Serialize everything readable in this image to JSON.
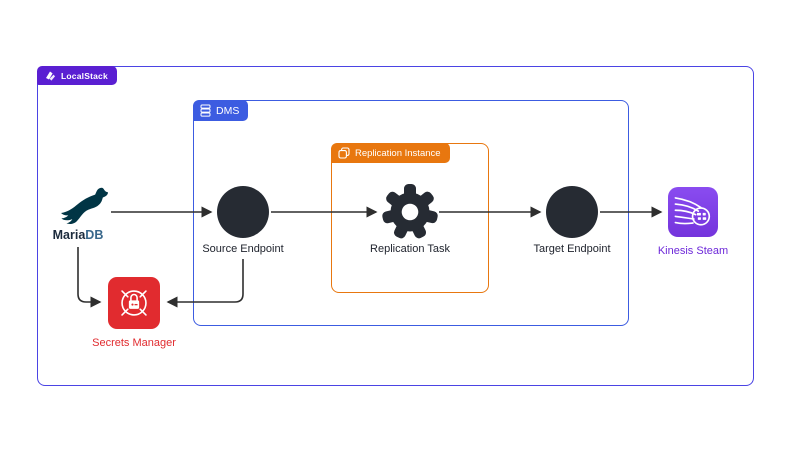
{
  "groups": {
    "localstack": {
      "label": "LocalStack"
    },
    "dms": {
      "label": "DMS"
    },
    "replication_instance": {
      "label": "Replication Instance"
    }
  },
  "nodes": {
    "mariadb": {
      "label_primary": "Maria",
      "label_secondary": "DB"
    },
    "source_endpoint": {
      "label": "Source Endpoint"
    },
    "replication_task": {
      "label": "Replication Task"
    },
    "target_endpoint": {
      "label": "Target Endpoint"
    },
    "kinesis_stream": {
      "label": "Kinesis Steam"
    },
    "secrets_manager": {
      "label": "Secrets Manager"
    }
  },
  "colors": {
    "background": "#ffffff",
    "outer-border": "#4b44e4",
    "localstack-purple": "#5a1fd2",
    "dms-blue": "#3c5ce1",
    "orange": "#e8770f",
    "red": "#e12b2f",
    "node-dark": "#262b33",
    "kinesis-purple": "#6d28d9",
    "kinesis-bg-1": "#8a4cf0",
    "kinesis-bg-2": "#7434dc",
    "mariadb-navy": "#1b2a3c",
    "mariadb-teal": "#38678b",
    "seal": "#013545",
    "arrow": "#2e2e2e"
  }
}
